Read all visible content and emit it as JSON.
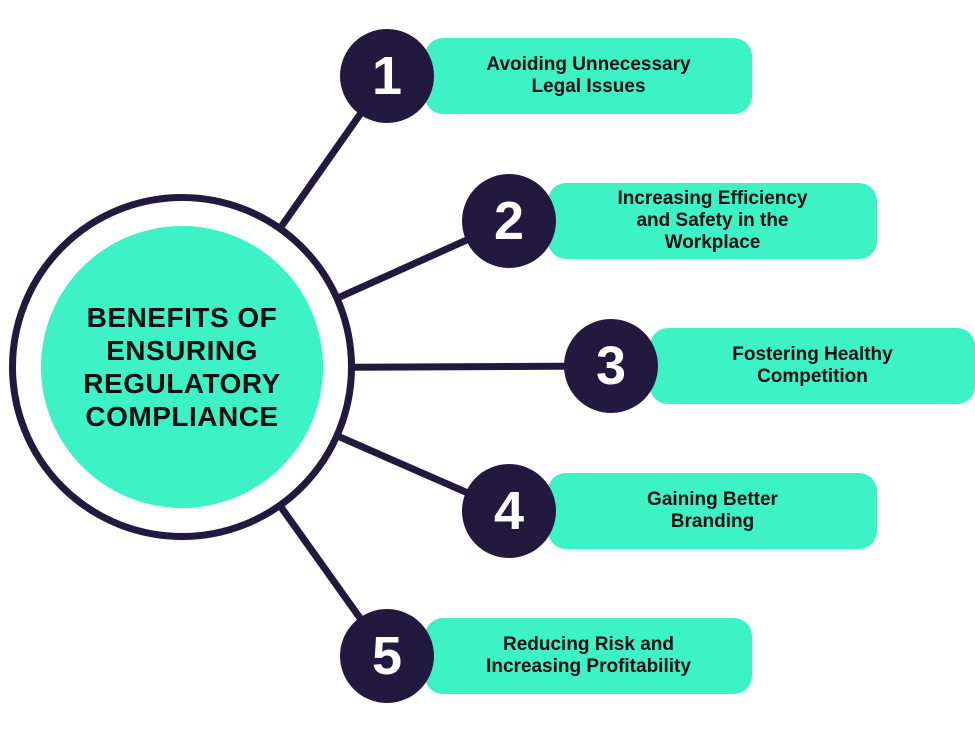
{
  "center": {
    "title_lines": [
      "BENEFITS OF",
      "ENSURING",
      "REGULATORY",
      "COMPLIANCE"
    ]
  },
  "items": [
    {
      "number": "1",
      "label_lines": [
        "Avoiding Unnecessary",
        "Legal Issues"
      ]
    },
    {
      "number": "2",
      "label_lines": [
        "Increasing Efficiency",
        "and Safety in the",
        "Workplace"
      ]
    },
    {
      "number": "3",
      "label_lines": [
        "Fostering Healthy",
        "Competition"
      ]
    },
    {
      "number": "4",
      "label_lines": [
        "Gaining Better",
        "Branding"
      ]
    },
    {
      "number": "5",
      "label_lines": [
        "Reducing Risk and",
        "Increasing Profitability"
      ]
    }
  ],
  "colors": {
    "teal": "#3df2c4",
    "navy": "#211a3e",
    "ink": "#0e0e13",
    "white": "#ffffff"
  }
}
